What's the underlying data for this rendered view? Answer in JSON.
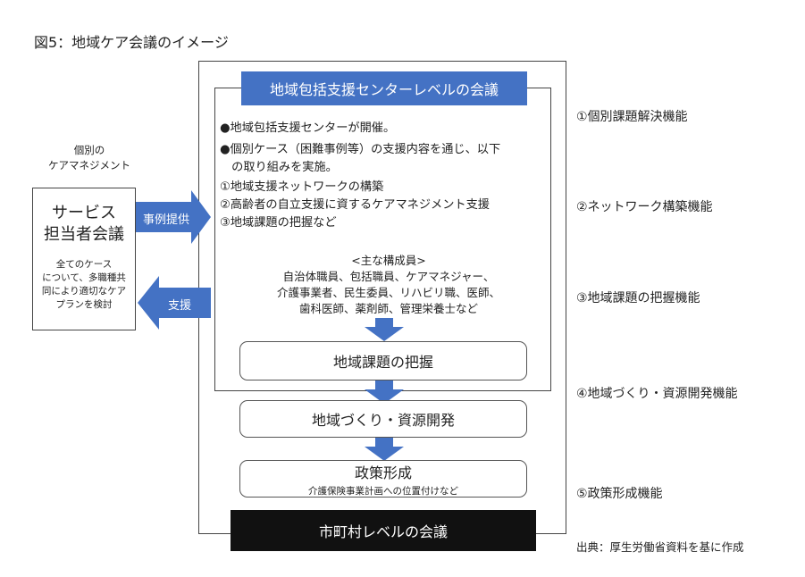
{
  "title": "図5：地域ケア会議のイメージ",
  "center_header": "地域包括支援センターレベルの会議",
  "center_body": [
    "●地域包括支援センターが開催。",
    "●個別ケース（困難事例等）の支援内容を通じ、以下",
    "　の取り組みを実施。",
    "①地域支援ネットワークの構築",
    "②高齢者の自立支援に資するケアマネジメント支援",
    "③地域課題の把握など"
  ],
  "members": {
    "heading": "<主な構成員>",
    "lines": [
      "自治体職員、包括職員、ケアマネジャー、",
      "介護事業者、民生委員、リハビリ職、医師、",
      "歯科医師、薬剤師、管理栄養士など"
    ]
  },
  "steps": {
    "grasp": "地域課題の把握",
    "development": "地域づくり・資源開発",
    "policy": "政策形成",
    "policy_sub": "介護保険事業計画への位置付けなど"
  },
  "bottom_bar": "市町村レベルの会議",
  "left": {
    "note_line1": "個別の",
    "note_line2": "ケアマネジメント",
    "service_title_line1": "サービス",
    "service_title_line2": "担当者会議",
    "desc": [
      "全てのケース",
      "について、多職種共",
      "同により適切なケア",
      "プランを検討"
    ]
  },
  "arrows": {
    "case_provision": "事例提供",
    "support": "支援"
  },
  "functions": [
    "①個別課題解決機能",
    "②ネットワーク構築機能",
    "③地域課題の把握機能",
    "④地域づくり・資源開発機能",
    "⑤政策形成機能"
  ],
  "source": "出典：厚生労働省資料を基に作成",
  "colors": {
    "blue": "#4472c4",
    "black": "#111111"
  }
}
